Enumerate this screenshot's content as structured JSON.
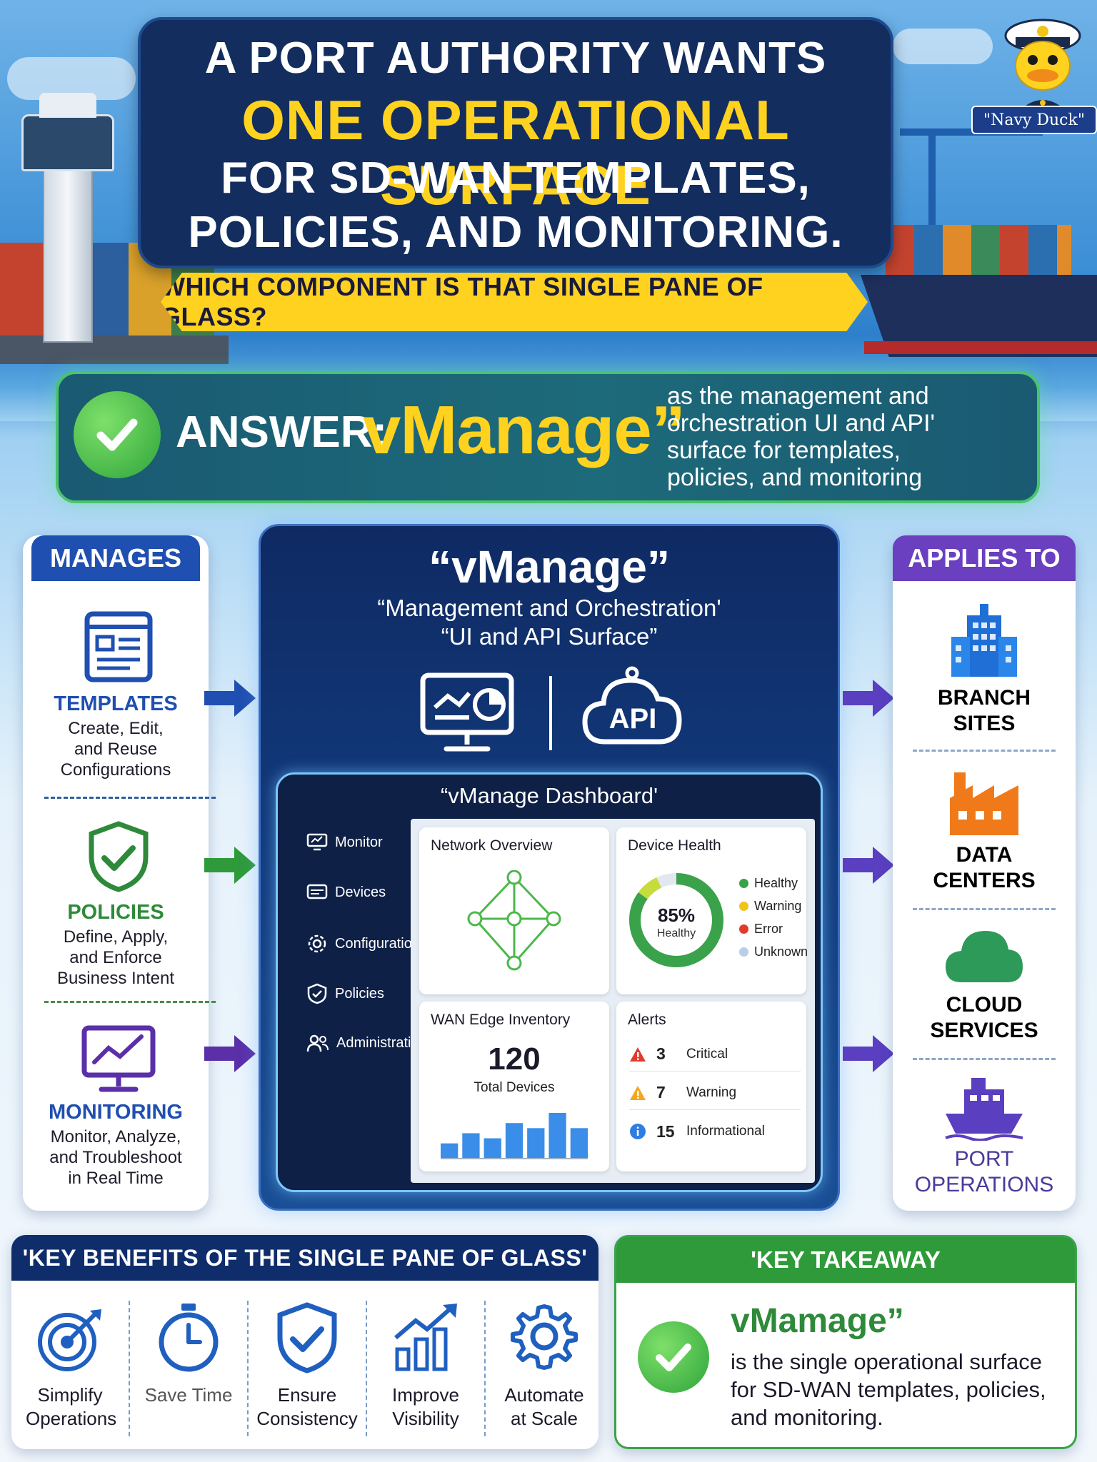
{
  "title": {
    "line1": "A PORT AUTHORITY WANTS",
    "line2": "ONE OPERATIONAL SURFACE",
    "line3": "FOR SD-WAN TEMPLATES,",
    "line4": "POLICIES, AND MONITORING."
  },
  "question": "WHICH COMPONENT IS THAT SINGLE PANE OF GLASS?",
  "mascot": {
    "label": "\"Navy Duck\""
  },
  "answer": {
    "label": "ANSWER:",
    "value": "vManage”",
    "description": "as the management and orchestration UI and API' surface for templates, policies, and monitoring"
  },
  "manages": {
    "header": "MANAGES",
    "items": [
      {
        "title": "TEMPLATES",
        "desc": "Create, Edit, and Reuse Configurations",
        "icon": "template-document-icon",
        "color": "#1f4fb0"
      },
      {
        "title": "POLICIES",
        "desc": "Define, Apply, and Enforce Business Intent",
        "icon": "shield-check-icon",
        "color": "#2e8a3a"
      },
      {
        "title": "MONITORING",
        "desc": "Monitor, Analyze, and Troubleshoot in Real Time",
        "icon": "monitor-chart-icon",
        "color": "#5a2fa8"
      }
    ]
  },
  "center": {
    "title": "“vManage”",
    "subtitle1": "“Management and Orchestration'",
    "subtitle2": "“UI and API Surface”",
    "api_label": "API",
    "dashboard": {
      "title": "“vManage Dashboard'",
      "nav": [
        "Monitor",
        "Devices",
        "Configuration",
        "Policies",
        "Administration"
      ],
      "network_overview": {
        "title": "Network Overview"
      },
      "device_health": {
        "title": "Device Health",
        "percent_label": "85%",
        "percent_value": 85,
        "center_sub": "Healthy",
        "legend": [
          {
            "label": "Healthy",
            "color": "#3aa24a"
          },
          {
            "label": "Warning",
            "color": "#f0c419"
          },
          {
            "label": "Error",
            "color": "#e23b2e"
          },
          {
            "label": "Unknown",
            "color": "#b9cde6"
          }
        ]
      },
      "inventory": {
        "title": "WAN Edge Inventory",
        "count": "120",
        "count_label": "Total Devices",
        "bars": [
          3,
          5,
          4,
          7,
          6,
          9,
          6
        ]
      },
      "alerts": {
        "title": "Alerts",
        "rows": [
          {
            "count": "3",
            "label": "Critical",
            "color": "#e23b2e",
            "icon": "critical-triangle-icon"
          },
          {
            "count": "7",
            "label": "Warning",
            "color": "#f5a623",
            "icon": "warning-triangle-icon"
          },
          {
            "count": "15",
            "label": "Informational",
            "color": "#2f7de1",
            "icon": "info-circle-icon"
          }
        ]
      }
    }
  },
  "applies_to": {
    "header": "APPLIES TO",
    "items": [
      {
        "title": "BRANCH SITES",
        "icon": "office-building-icon",
        "color": "#1a1a2a"
      },
      {
        "title": "DATA CENTERS",
        "icon": "factory-icon",
        "color": "#1a1a2a"
      },
      {
        "title": "CLOUD SERVICES",
        "icon": "cloud-icon",
        "color": "#1a1a2a"
      },
      {
        "title": "PORT OPERATIONS",
        "icon": "cargo-ship-icon",
        "color": "#4a3a9a"
      }
    ]
  },
  "benefits": {
    "header": "'KEY BENEFITS OF THE SINGLE PANE OF GLASS'",
    "items": [
      {
        "label": "Simplify Operations",
        "icon": "target-icon"
      },
      {
        "label": "Save Time",
        "icon": "stopwatch-icon"
      },
      {
        "label": "Ensure Consistency",
        "icon": "shield-check-icon"
      },
      {
        "label": "Improve Visibility",
        "icon": "growth-chart-icon"
      },
      {
        "label": "Automate at Scale",
        "icon": "gear-icon"
      }
    ]
  },
  "takeaway": {
    "header": "'KEY TAKEAWAY",
    "title": "vMamage”",
    "text": "is the single operational surface for SD-WAN templates, policies, and monitoring."
  },
  "colors": {
    "navy": "#132d5e",
    "yellow": "#ffd21f",
    "green": "#3aa24a",
    "blue_header": "#1f4fb0",
    "purple_header": "#6a3fc0"
  }
}
